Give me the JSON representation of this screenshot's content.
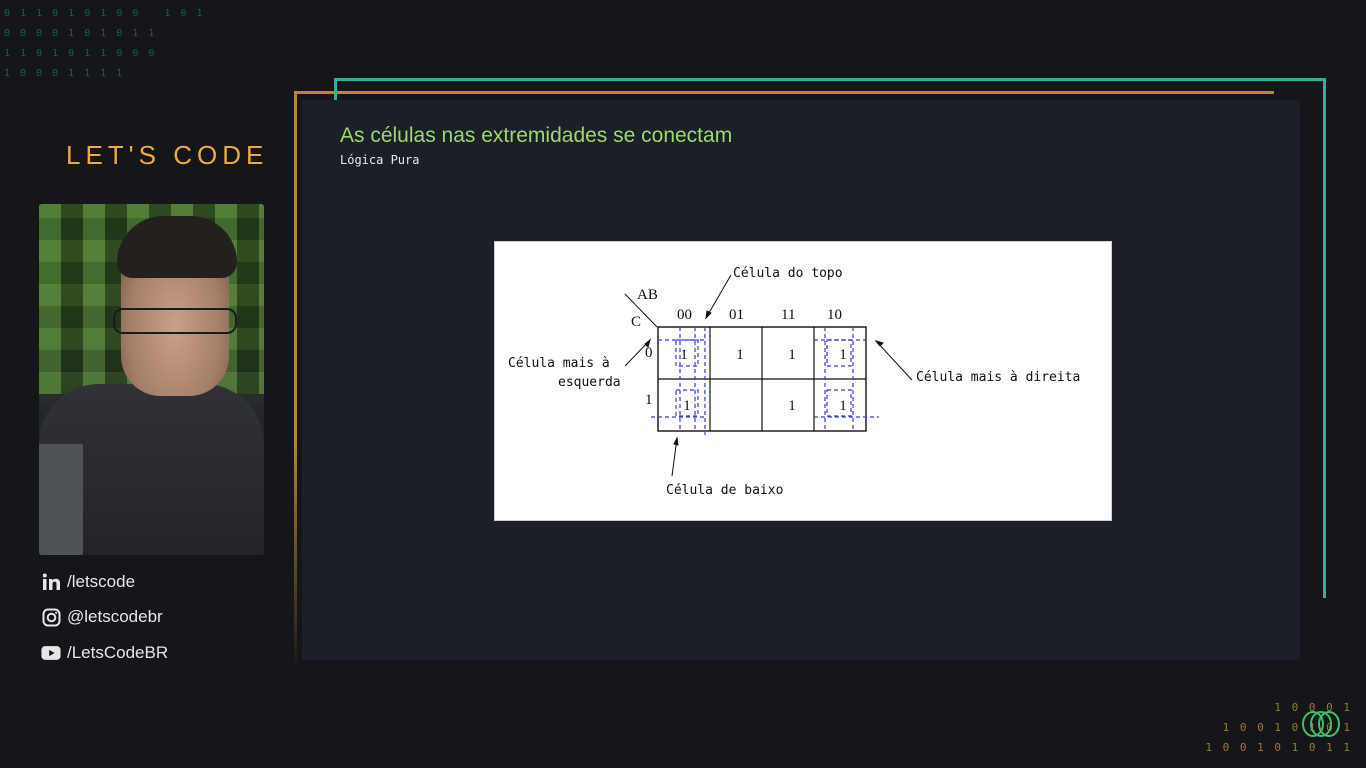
{
  "brand": {
    "logo_text": "LET'S CODE"
  },
  "deco": {
    "binary_top": "0 1 1 0 1 0 1 0 0   1 0 1\n0 0 0 0 1 0 1 0 1 1\n1 1 0 1 0 1 1 0 0 0\n1 0 0 0 1 1 1 1",
    "binary_bottom": "1 0 0 0 1\n1 0 0 1 0 1 0 1\n1 0 0 1 0 1 0 1 1"
  },
  "social": {
    "linkedin": "/letscode",
    "instagram": "@letscodebr",
    "youtube": "/LetsCodeBR"
  },
  "slide": {
    "title": "As células nas extremidades se conectam",
    "subtitle": "Lógica Pura"
  },
  "kmap": {
    "corner_top": "AB",
    "corner_left": "C",
    "column_headers": [
      "00",
      "01",
      "11",
      "10"
    ],
    "row_headers": [
      "0",
      "1"
    ],
    "cells": [
      [
        "1",
        "1",
        "1",
        "1"
      ],
      [
        "1",
        "",
        "1",
        "1"
      ]
    ],
    "annotations": {
      "top": "Célula do topo",
      "left_line1": "Célula mais à",
      "left_line2": "esquerda",
      "right": "Célula mais à direita",
      "bottom": "Célula de baixo"
    }
  },
  "colors": {
    "accent_gold": "#f0a93a",
    "accent_teal": "#2ab39a",
    "title_green": "#9fd86a",
    "dash_blue": "#3a3ad6"
  }
}
